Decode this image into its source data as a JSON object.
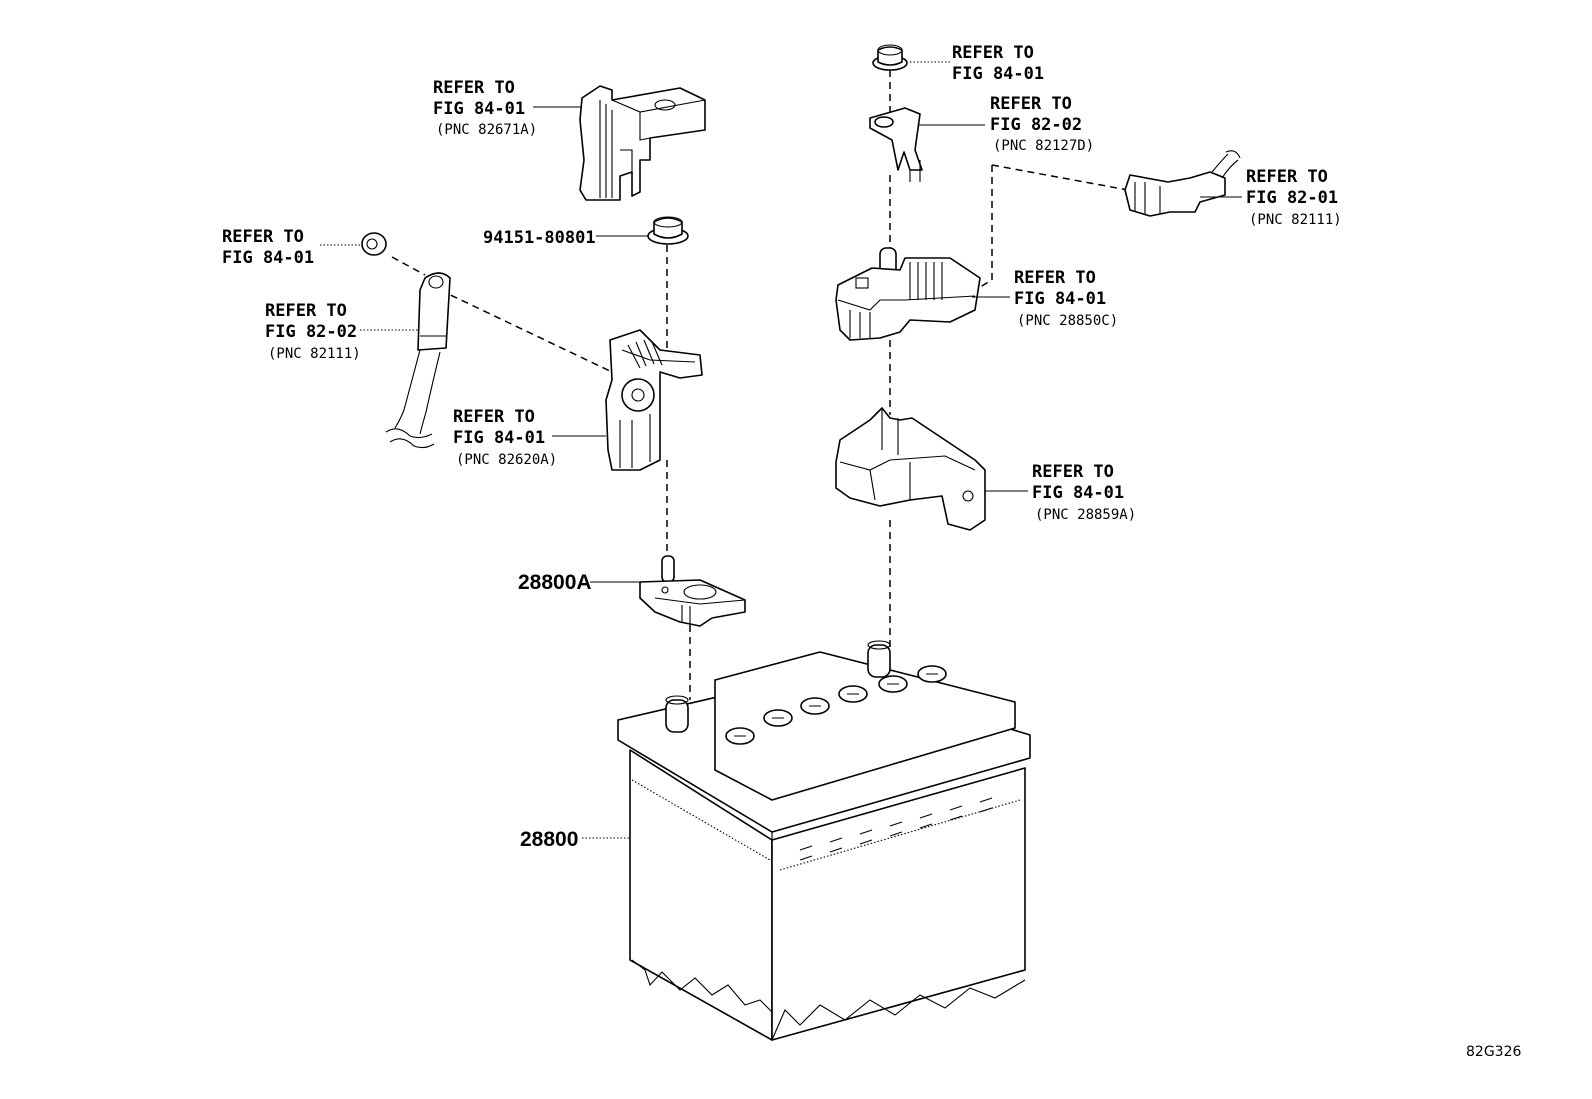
{
  "figure_code": "82G326",
  "callouts": {
    "top_cover": {
      "line1": "REFER TO",
      "line2": "FIG 84-01",
      "pnc": "(PNC 82671A)"
    },
    "top_nut": {
      "line1": "REFER TO",
      "line2": "FIG 84-01"
    },
    "bracket_terminal": {
      "line1": "REFER TO",
      "line2": "FIG 82-02",
      "pnc": "(PNC 82127D)"
    },
    "connector": {
      "line1": "REFER TO",
      "line2": "FIG 82-01",
      "pnc": "(PNC 82111)"
    },
    "left_nut": {
      "line1": "REFER TO",
      "line2": "FIG 84-01"
    },
    "ground_cable": {
      "line1": "REFER TO",
      "line2": "FIG 82-02",
      "pnc": "(PNC 82111)"
    },
    "neg_clamp_cover": {
      "line1": "REFER TO",
      "line2": "FIG 84-01",
      "pnc": "(PNC 82620A)"
    },
    "fuse_block": {
      "line1": "REFER TO",
      "line2": "FIG 84-01",
      "pnc": "(PNC 28850C)"
    },
    "fuse_holder": {
      "line1": "REFER TO",
      "line2": "FIG 84-01",
      "pnc": "(PNC 28859A)"
    }
  },
  "part_numbers": {
    "nut_part": "94151-80801",
    "terminal": "28800A",
    "battery": "28800"
  }
}
